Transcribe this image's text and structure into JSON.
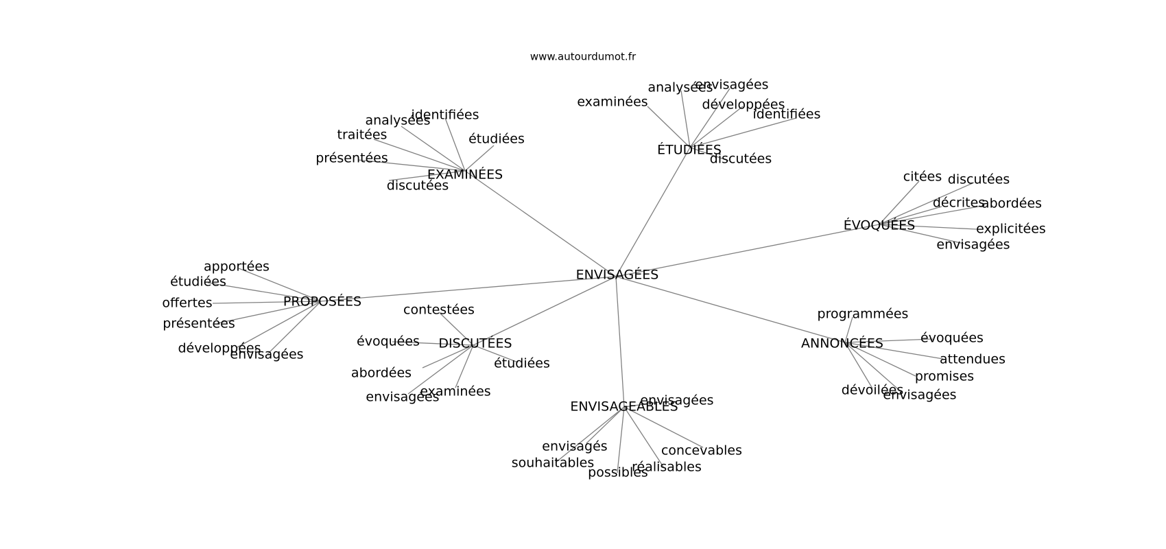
{
  "credit": "www.autourdumot.fr",
  "colors": {
    "edge": "#808080",
    "text": "#000000",
    "background": "#ffffff"
  },
  "root": "ENVISAGÉES",
  "clusters": [
    {
      "id": "examinees",
      "label": "EXAMINÉES",
      "leaves": [
        "identifiées",
        "analysées",
        "traitées",
        "étudiées",
        "présentées",
        "discutées"
      ]
    },
    {
      "id": "etudiees",
      "label": "ÉTUDIÉES",
      "leaves": [
        "analysées",
        "envisagées",
        "examinées",
        "développées",
        "identifiées",
        "discutées"
      ]
    },
    {
      "id": "evoquees",
      "label": "ÉVOQUÉES",
      "leaves": [
        "citées",
        "discutées",
        "décrites",
        "abordées",
        "explicitées",
        "envisagées"
      ]
    },
    {
      "id": "proposees",
      "label": "PROPOSÉES",
      "leaves": [
        "apportées",
        "étudiées",
        "offertes",
        "présentées",
        "développées",
        "envisagées"
      ]
    },
    {
      "id": "discutees",
      "label": "DISCUTÉES",
      "leaves": [
        "contestées",
        "évoquées",
        "abordées",
        "étudiées",
        "envisagées",
        "examinées"
      ]
    },
    {
      "id": "annoncees",
      "label": "ANNONCÉES",
      "leaves": [
        "programmées",
        "évoquées",
        "attendues",
        "promises",
        "dévoilées",
        "envisagées"
      ]
    },
    {
      "id": "envisageables",
      "label": "ENVISAGEABLES",
      "leaves": [
        "envisagées",
        "envisagés",
        "souhaitables",
        "possibles",
        "réalisables",
        "concevables"
      ]
    }
  ]
}
